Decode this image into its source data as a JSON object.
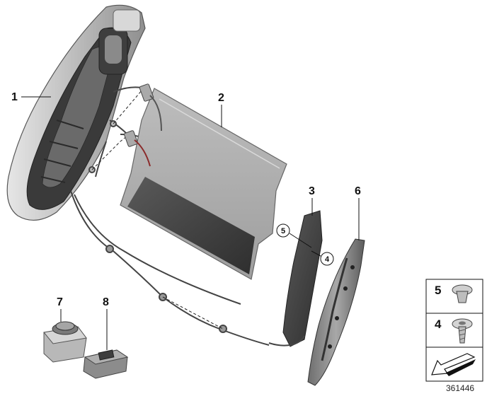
{
  "callouts": {
    "p1": "1",
    "p2": "2",
    "p3": "3",
    "p4": "4",
    "p5": "5",
    "p6": "6",
    "p7": "7",
    "p8": "8"
  },
  "legend": {
    "item_top": "5",
    "item_mid": "4"
  },
  "document_number": "361446",
  "colors": {
    "line": "#111111",
    "part_light": "#c8c8c8",
    "part_mid": "#9a9a9a",
    "part_dark": "#4a4a4a"
  }
}
